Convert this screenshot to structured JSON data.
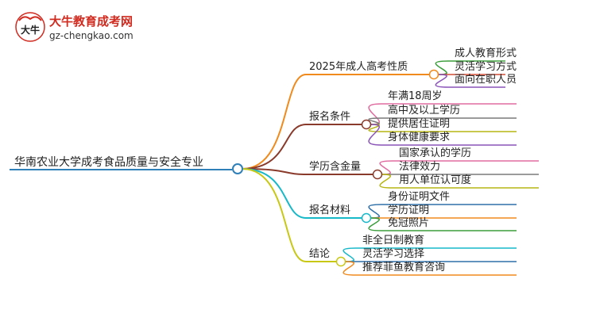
{
  "watermark": {
    "brand": "大牛教育成考网",
    "url": "gz-chengkao.com",
    "logo_text": "大牛"
  },
  "mindmap": {
    "root": "华南农业大学成考食品质量与安全专业",
    "branches": [
      {
        "label": "2025年成人高考性质",
        "color": "#f08a1c",
        "children": [
          {
            "label": "成人教育形式",
            "color": "#3a9d3a"
          },
          {
            "label": "灵活学习方式",
            "color": "#d24a34"
          },
          {
            "label": "面向在职人员",
            "color": "#8a54b8"
          }
        ]
      },
      {
        "label": "报名条件",
        "color": "#8a3a2a",
        "children": [
          {
            "label": "年满18周岁",
            "color": "#e06c9f"
          },
          {
            "label": "高中及以上学历",
            "color": "#7a7a7a"
          },
          {
            "label": "提供居住证明",
            "color": "#b5b514"
          },
          {
            "label": "身体健康要求",
            "color": "#8a54b8"
          }
        ]
      },
      {
        "label": "学历含金量",
        "color": "#8a3a2a",
        "children": [
          {
            "label": "国家承认的学历",
            "color": "#e06c9f"
          },
          {
            "label": "法律效力",
            "color": "#7a7a7a"
          },
          {
            "label": "用人单位认可度",
            "color": "#b5b514"
          }
        ]
      },
      {
        "label": "报名材料",
        "color": "#17b8c8",
        "children": [
          {
            "label": "身份证明文件",
            "color": "#2f6fa8"
          },
          {
            "label": "学历证明",
            "color": "#f08a1c"
          },
          {
            "label": "免冠照片",
            "color": "#3a9d3a"
          }
        ]
      },
      {
        "label": "结论",
        "color": "#c8c814",
        "children": [
          {
            "label": "非全日制教育",
            "color": "#17b8c8"
          },
          {
            "label": "灵活学习选择",
            "color": "#2f6fa8"
          },
          {
            "label": "推荐菲鱼教育咨询",
            "color": "#f08a1c"
          }
        ]
      }
    ]
  }
}
